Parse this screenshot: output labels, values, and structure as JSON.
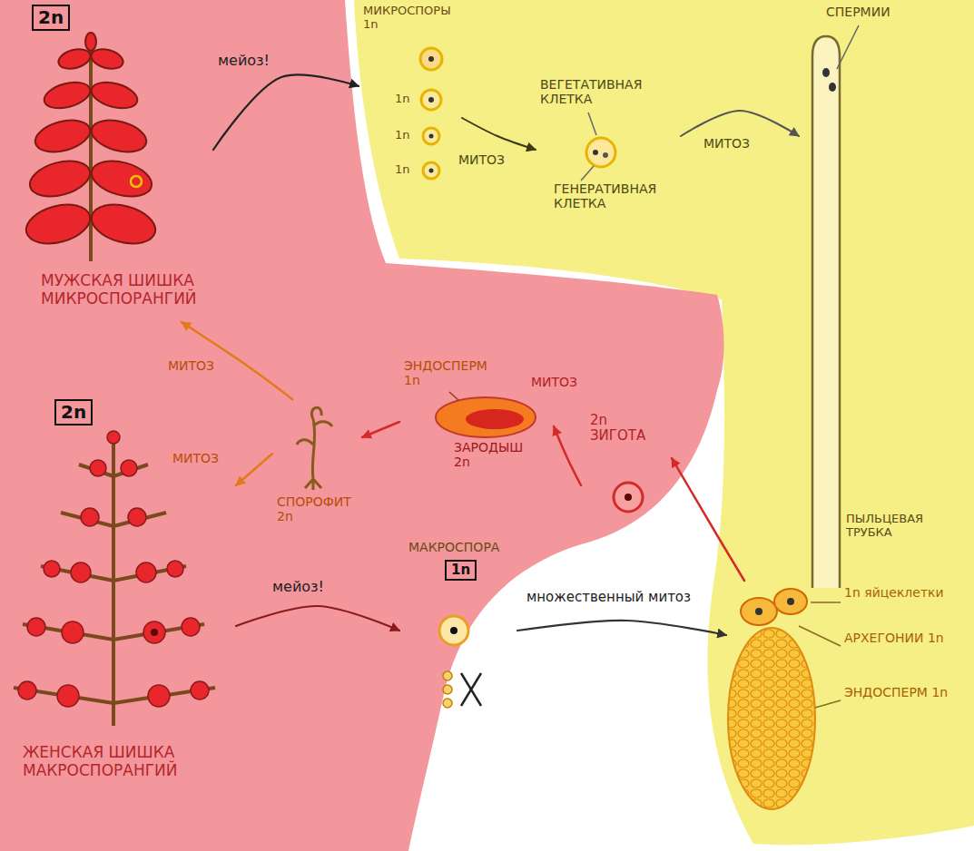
{
  "diagram": {
    "nodes": [
      {
        "text": [
          "2n",
          "МУЖСКАЯ ШИШКА МИКРОСПОРАНГИЙ"
        ]
      },
      {
        "text": [
          "МИКРОСПОРЫ 1n",
          "1n",
          "1n",
          "1n"
        ]
      },
      {
        "text": [
          "ВЕГЕТАТИВНАЯ КЛЕТКА",
          "ГЕНЕРАТИВНАЯ КЛЕТКА"
        ]
      },
      {
        "text": [
          "СПЕРМИИ",
          "ПЫЛЬЦЕВАЯ ТРУБКА"
        ]
      },
      {
        "text": [
          "1n яйцеклетки",
          "АРХЕГОНИИ 1n",
          "ЭНДОСПЕРМ 1n"
        ]
      },
      {
        "text": [
          "2n ЗИГОТА"
        ]
      },
      {
        "text": [
          "ЭНДОСПЕРМ 1n",
          "ЗАРОДЫШ 2n"
        ]
      },
      {
        "text": [
          "СПОРОФИТ 2n"
        ]
      },
      {
        "text": [
          "2n",
          "ЖЕНСКАЯ ШИШКА МАКРОСПОРАНГИЙ"
        ]
      },
      {
        "text": [
          "МАКРОСПОРА",
          "1n"
        ]
      }
    ],
    "edges": [
      {
        "from": 0,
        "to": 1,
        "arrow": "to",
        "label": "мейоз!"
      },
      {
        "from": 1,
        "to": 2,
        "arrow": "to",
        "label": "МИТОЗ"
      },
      {
        "from": 2,
        "to": 3,
        "arrow": "to",
        "label": "МИТОЗ"
      },
      {
        "from": 4,
        "to": 5,
        "arrow": "to"
      },
      {
        "from": 5,
        "to": 6,
        "arrow": "to",
        "label": "МИТОЗ"
      },
      {
        "from": 6,
        "to": 7,
        "arrow": "to"
      },
      {
        "from": 7,
        "to": 0,
        "arrow": "to",
        "label": "МИТОЗ"
      },
      {
        "from": 7,
        "to": 8,
        "arrow": "to",
        "label": "МИТОЗ"
      },
      {
        "from": 8,
        "to": 9,
        "arrow": "to",
        "label": "мейоз!"
      },
      {
        "from": 9,
        "to": 4,
        "arrow": "to",
        "label": "множественный митоз"
      }
    ]
  }
}
